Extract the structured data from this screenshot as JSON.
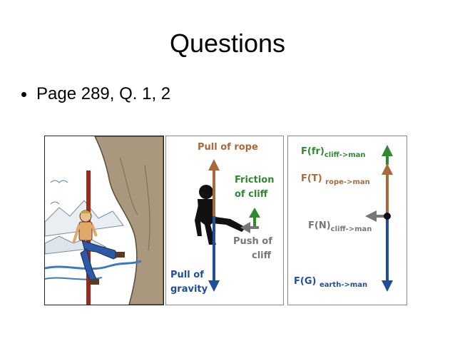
{
  "slide": {
    "title": "Questions",
    "bullet": "Page 289, Q. 1, 2"
  },
  "panel2": {
    "pull_rope": "Pull of rope",
    "friction_line1": "Friction",
    "friction_line2": "of cliff",
    "push_line1": "Push of",
    "push_line2": "cliff",
    "gravity_line1": "Pull of",
    "gravity_line2": "gravity"
  },
  "panel3": {
    "ffr_main": "F(fr)",
    "ffr_sub": "cliff->man",
    "ft_main": "F(T)",
    "ft_sub": "rope->man",
    "fn_main": "F(N)",
    "fn_sub": "cliff->man",
    "fg_main": "F(G)",
    "fg_sub": "earth->man"
  },
  "colors": {
    "rope_force": "#a86a3a",
    "friction_force": "#2f8a2f",
    "normal_force": "#808080",
    "gravity_force": "#1f4f99"
  }
}
